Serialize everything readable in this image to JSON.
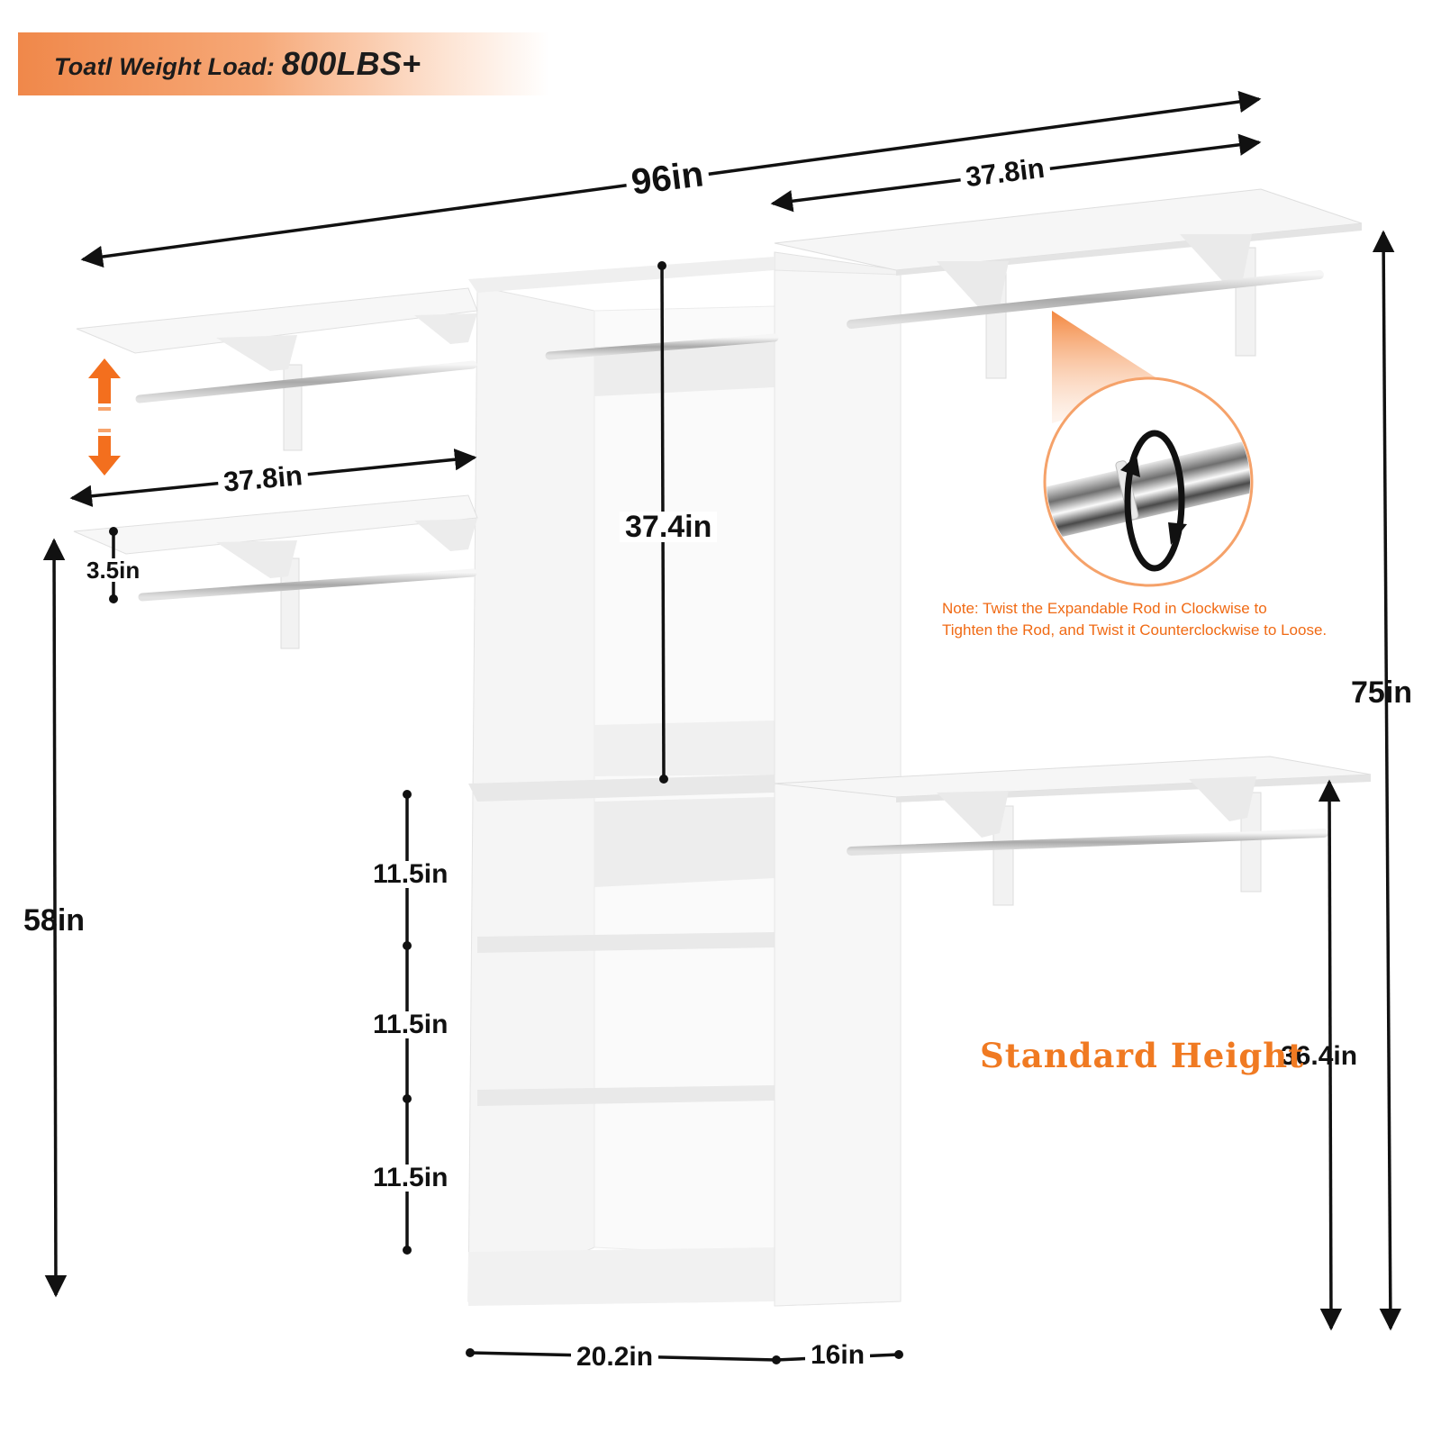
{
  "banner": {
    "label": "Toatl Weight Load:",
    "value": "800LBS+"
  },
  "dimensions": {
    "total_width": "96in",
    "upper_right_shelf_width": "37.8in",
    "upper_left_shelf_width": "37.8in",
    "rod_gap": "3.5in",
    "hanging_section_height": "37.4in",
    "cubby_1": "11.5in",
    "cubby_2": "11.5in",
    "cubby_3": "11.5in",
    "left_height": "58in",
    "total_height": "75in",
    "right_lower_height": "36.4in",
    "tower_width": "20.2in",
    "tower_depth": "16in"
  },
  "note": {
    "line1": "Note: Twist the Expandable Rod in Clockwise to",
    "line2": "Tighten the Rod, and Twist it Counterclockwise to Loose."
  },
  "standard_height_label": "Standard  Height",
  "colors": {
    "accent": "#f07a22",
    "note": "#f06a14",
    "dimension_line": "#111111",
    "shelf": "#f4f4f4",
    "rod": "#c9c9c9"
  }
}
